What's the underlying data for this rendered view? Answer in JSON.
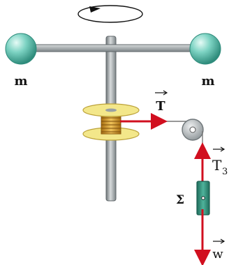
{
  "figure": {
    "mass_left_label": "m",
    "mass_right_label": "m",
    "tension_label": "T",
    "tension3_label": "T",
    "tension3_subscript": "3",
    "hanging_body_label": "Σ",
    "weight_label": "w"
  },
  "colors": {
    "sphere": "#5fc2b0",
    "sphere_dark": "#2f8c7c",
    "rod": "#8e9598",
    "rod_light": "#c9ced0",
    "disc": "#f3e78a",
    "disc_edge": "#bca23a",
    "coil": "#c8942a",
    "arrow_red": "#d10f1f",
    "body_green": "#2f8f7a",
    "body_edge": "#1d5e50",
    "pulley": "#b7bbbd",
    "text": "#111111"
  },
  "icons": {
    "rotation": "curved-rotation-arrow-icon"
  }
}
